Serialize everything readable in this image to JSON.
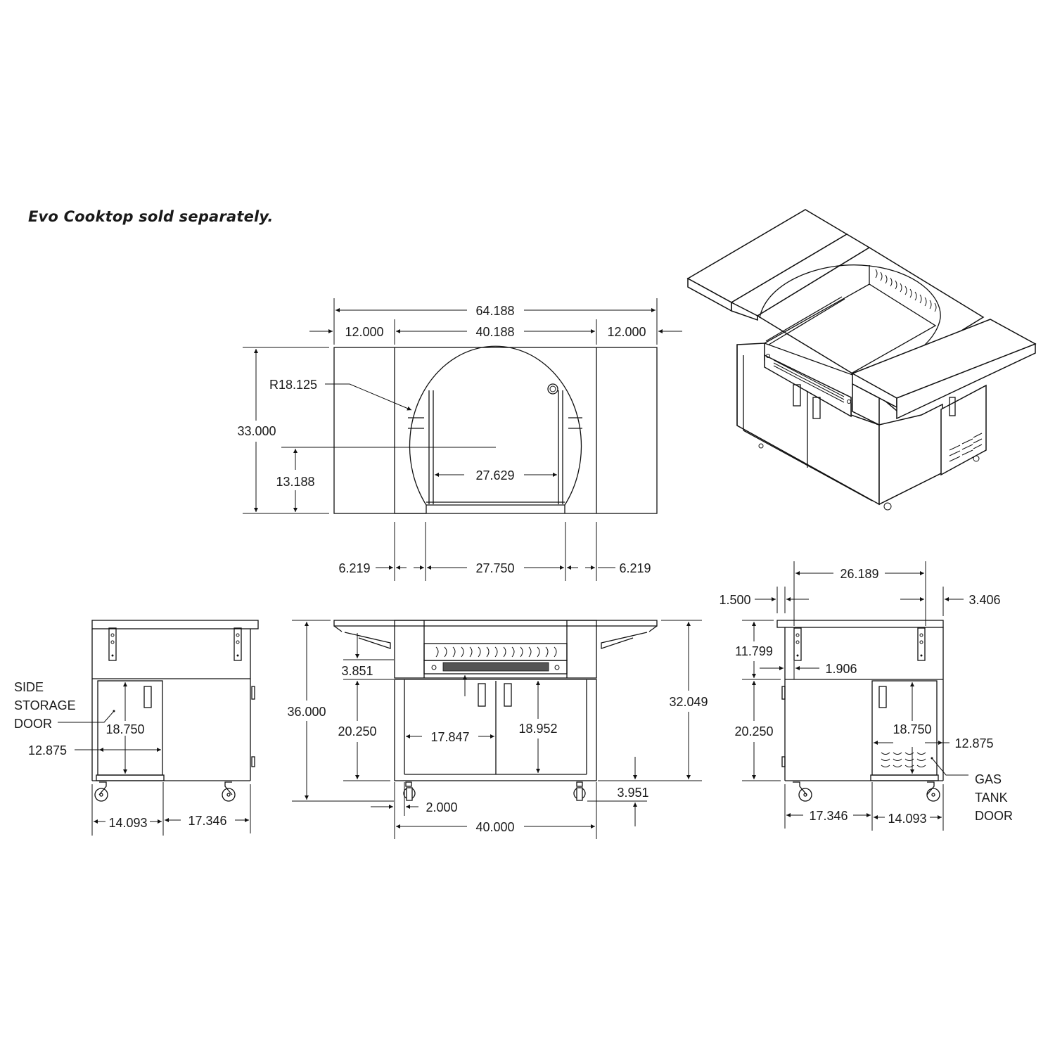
{
  "note": "Evo Cooktop sold separately.",
  "top_view": {
    "overall_width": "64.188",
    "left_shelf": "12.000",
    "center_width": "40.188",
    "right_shelf": "12.000",
    "depth": "33.000",
    "radius": "R18.125",
    "center_offset": "13.188",
    "inner_width": "27.629",
    "bottom_left": "6.219",
    "bottom_center": "27.750",
    "bottom_right": "6.219"
  },
  "left_view": {
    "label_lines": [
      "SIDE",
      "STORAGE",
      "DOOR"
    ],
    "door_height": "18.750",
    "door_width": "12.875",
    "bottom_left": "14.093",
    "bottom_right": "17.346"
  },
  "front_view": {
    "overall_height": "36.000",
    "top_gap": "3.851",
    "cabinet_height": "20.250",
    "door_width": "17.847",
    "door_height": "18.952",
    "counter_height": "32.049",
    "caster_height": "3.951",
    "caster_offset": "2.000",
    "overall_width": "40.000"
  },
  "right_view": {
    "top_width": "26.189",
    "left_overhang": "1.500",
    "right_overhang": "3.406",
    "upper_height": "11.799",
    "inset": "1.906",
    "cabinet_height": "20.250",
    "door_height": "18.750",
    "door_width": "12.875",
    "bottom_left": "17.346",
    "bottom_right": "14.093",
    "label_lines": [
      "GAS",
      "TANK",
      "DOOR"
    ]
  }
}
